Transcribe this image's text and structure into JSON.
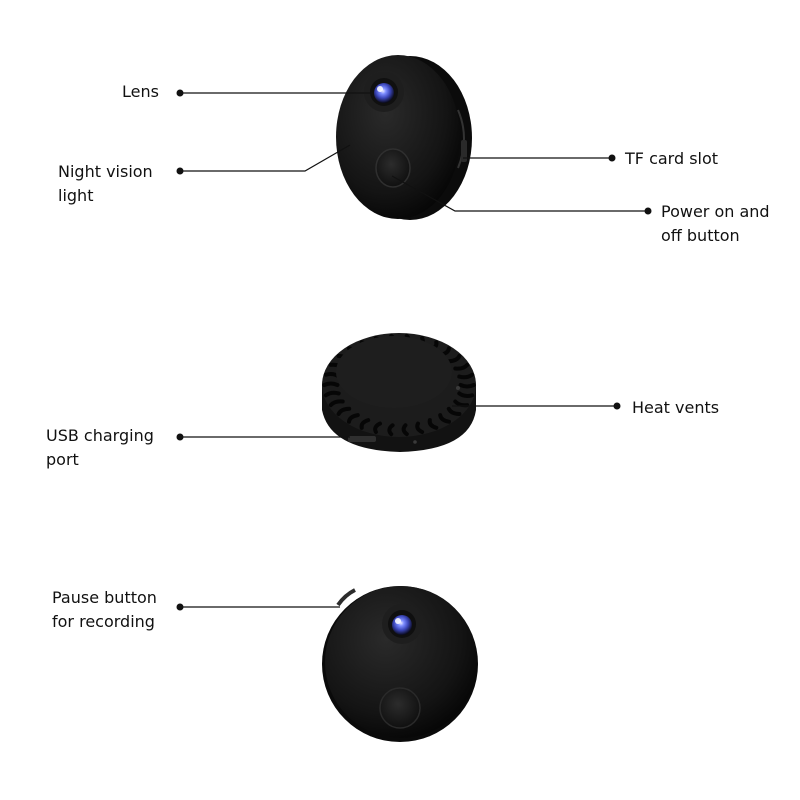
{
  "labels": {
    "lens": "Lens",
    "night_vision_1": "Night vision",
    "night_vision_2": "light",
    "tf_card": "TF card slot",
    "power_1": "Power on and",
    "power_2": "off button",
    "heat_vents": "Heat vents",
    "usb_1": "USB charging",
    "usb_2": "port",
    "pause_1": "Pause button",
    "pause_2": "for recording"
  },
  "colors": {
    "body": "#141414",
    "lens": "#4a5bd8",
    "line": "#111111"
  }
}
